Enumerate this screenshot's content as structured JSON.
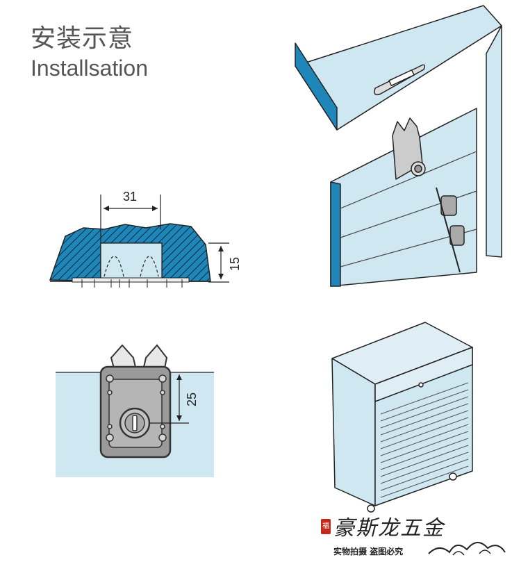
{
  "header": {
    "title_cn": "安装示意",
    "title_en": "Installsation"
  },
  "dimensions": {
    "width_label": "31",
    "depth_label": "15",
    "offset_label": "25"
  },
  "brand": {
    "seal": "福",
    "name": "豪斯龙五金",
    "tagline": "实物拍摄  盗图必究"
  },
  "colors": {
    "panel": "#cfe7f0",
    "hatch": "#1e86b8",
    "lock_body": "#9a9a9a",
    "stroke": "#222222"
  }
}
